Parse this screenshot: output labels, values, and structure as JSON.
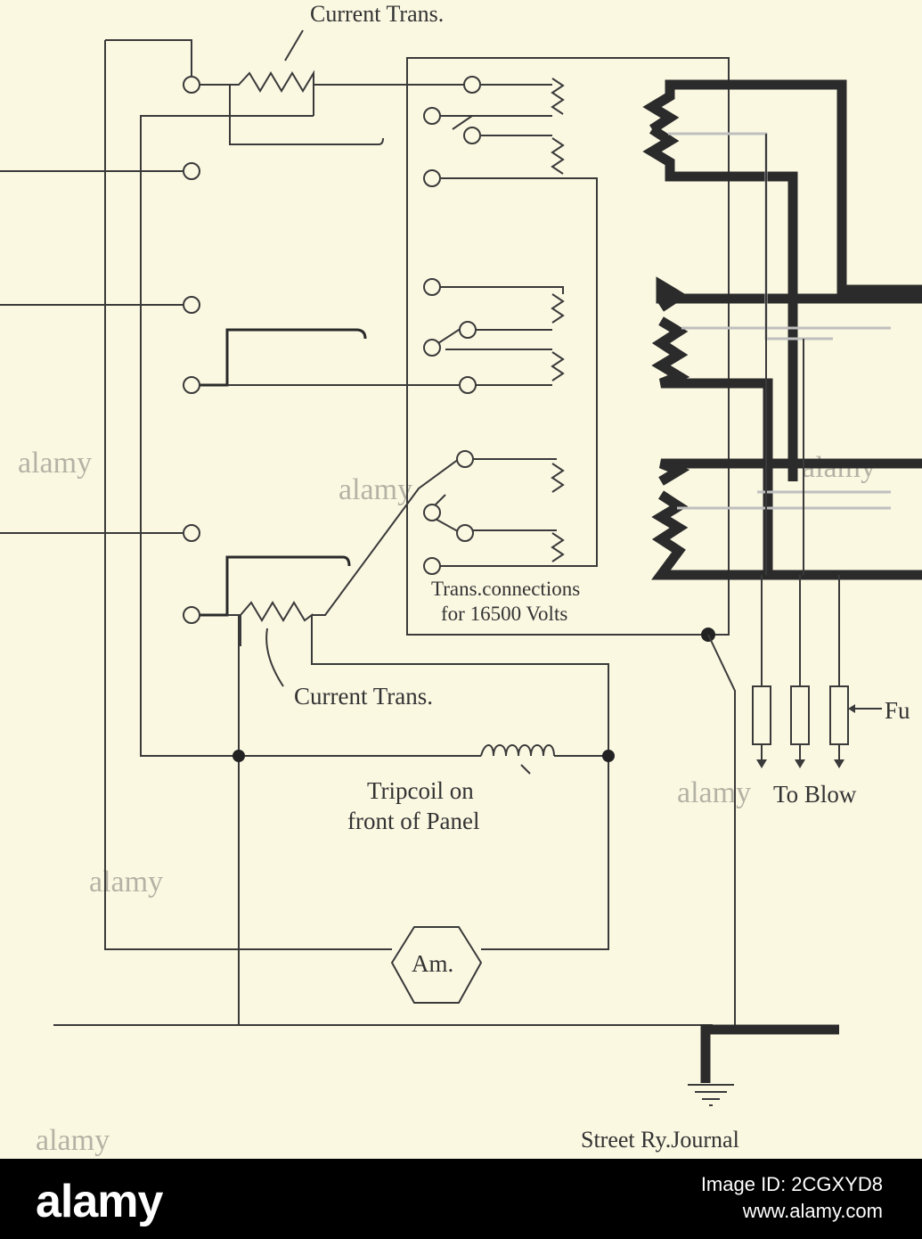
{
  "diagram": {
    "labels": {
      "current_trans_top": "Current Trans.",
      "current_trans_bottom": "Current Trans.",
      "trans_connections_line1": "Trans.connections",
      "trans_connections_line2": "for 16500 Volts",
      "tripcoil_line1": "Tripcoil on",
      "tripcoil_line2": "front of Panel",
      "ammeter": "Am.",
      "fuses": "Fu",
      "to_blowers": "To Blow",
      "source": "Street Ry.Journal"
    }
  },
  "watermark": {
    "logo": "alamy",
    "image_id": "Image ID: 2CGXYD8",
    "url": "www.alamy.com"
  }
}
